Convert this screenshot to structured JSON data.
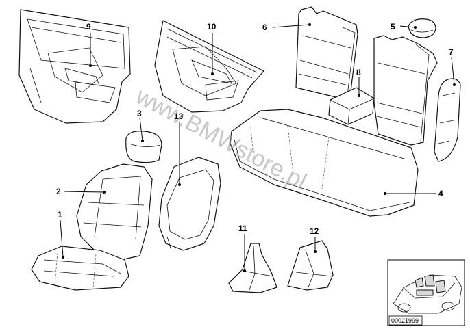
{
  "watermark": "www.BMWstore.pl",
  "diagram_code": "00021999",
  "callouts": [
    {
      "id": "1",
      "label": "1"
    },
    {
      "id": "2",
      "label": "2"
    },
    {
      "id": "3",
      "label": "3"
    },
    {
      "id": "4",
      "label": "4"
    },
    {
      "id": "5",
      "label": "5"
    },
    {
      "id": "6",
      "label": "6"
    },
    {
      "id": "7",
      "label": "7"
    },
    {
      "id": "8",
      "label": "8"
    },
    {
      "id": "9",
      "label": "9"
    },
    {
      "id": "10",
      "label": "10"
    },
    {
      "id": "11",
      "label": "11"
    },
    {
      "id": "12",
      "label": "12"
    },
    {
      "id": "13",
      "label": "13"
    }
  ]
}
